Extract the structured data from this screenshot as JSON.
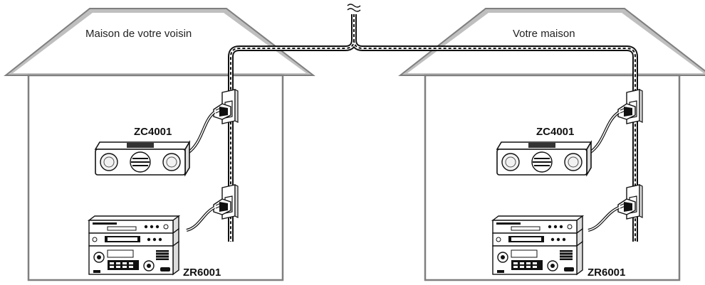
{
  "houses": [
    {
      "label": "Maison de votre voisin",
      "devices": [
        {
          "model": "ZC4001",
          "icon": "compact-radio-icon"
        },
        {
          "model": "ZR6001",
          "icon": "stereo-stack-icon"
        }
      ]
    },
    {
      "label": "Votre maison",
      "devices": [
        {
          "model": "ZC4001",
          "icon": "compact-radio-icon"
        },
        {
          "model": "ZR6001",
          "icon": "stereo-stack-icon"
        }
      ]
    }
  ],
  "colors": {
    "roof_fill": "#bfbfbf",
    "wall_stroke": "#7f7f7f",
    "wire": "#111111"
  }
}
